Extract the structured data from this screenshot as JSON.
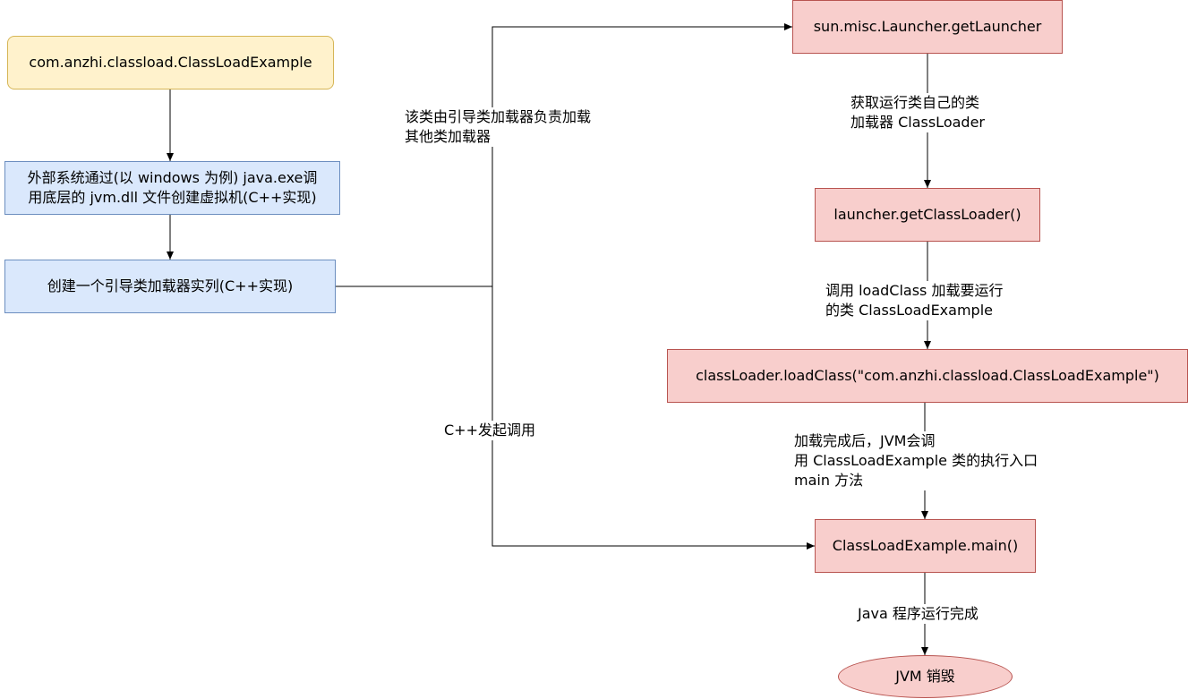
{
  "nodes": {
    "start_class": "com.anzhi.classload.ClassLoadExample",
    "external_system": "外部系统通过(以 windows 为例) java.exe调\n用底层的 jvm.dll 文件创建虚拟机(C++实现)",
    "bootstrap_loader": "创建一个引导类加载器实列(C++实现)",
    "get_launcher": "sun.misc.Launcher.getLauncher",
    "get_class_loader": "launcher.getClassLoader()",
    "load_class": "classLoader.loadClass(\"com.anzhi.classload.ClassLoadExample\")",
    "main_method": "ClassLoadExample.main()",
    "jvm_destroy": "JVM 销毁"
  },
  "labels": {
    "bootstrap_loads_others": "该类由引导类加载器负责加载\n其他类加载器",
    "cpp_invoke": "C++发起调用",
    "get_own_loader": "获取运行类自己的类\n加载器 ClassLoader",
    "call_load_class": "调用 loadClass 加载要运行\n的类 ClassLoadExample",
    "after_load_main": "加载完成后，JVM会调\n用 ClassLoadExample 类的执行入口\nmain 方法",
    "program_done": "Java 程序运行完成"
  },
  "colors": {
    "edge": "#000000",
    "yellow_fill": "#fff2cc",
    "yellow_stroke": "#d6b656",
    "blue_fill": "#dae8fc",
    "blue_stroke": "#6c8ebf",
    "red_fill": "#f8cecc",
    "red_stroke": "#b85450"
  }
}
